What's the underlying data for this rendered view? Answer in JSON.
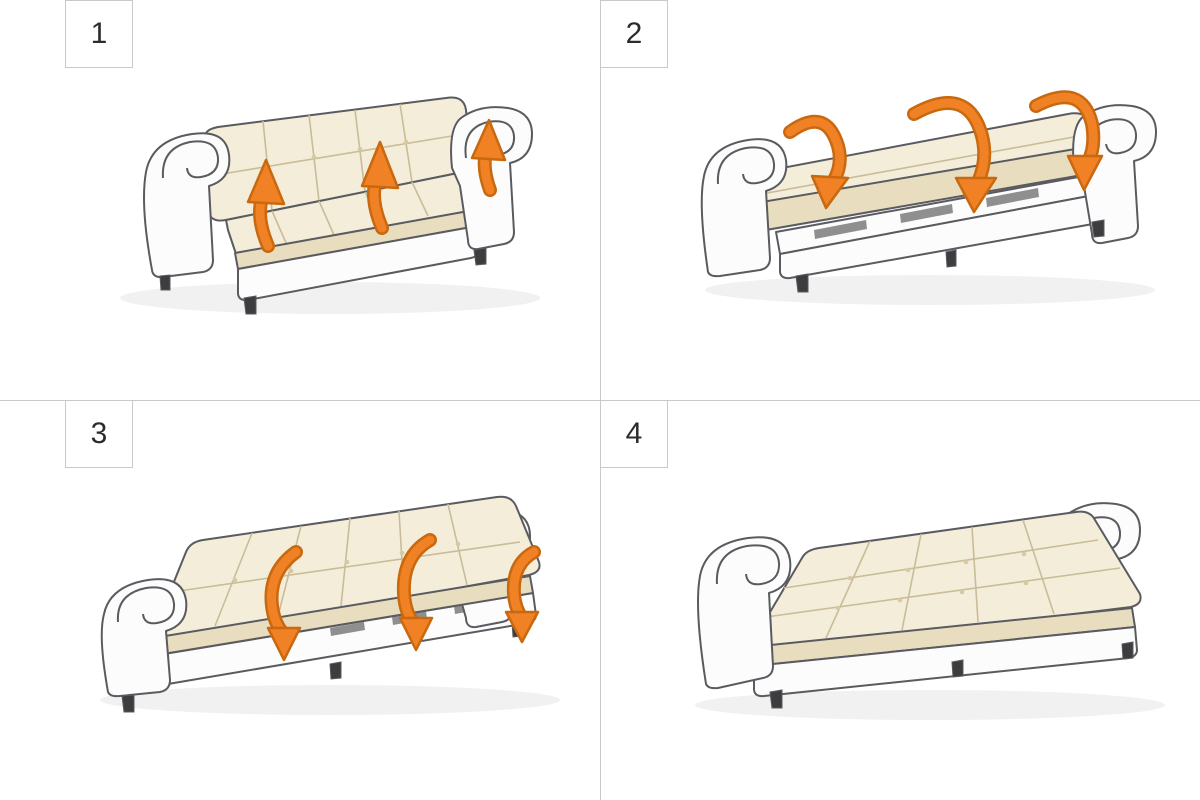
{
  "steps": [
    {
      "number": "1"
    },
    {
      "number": "2"
    },
    {
      "number": "3"
    },
    {
      "number": "4"
    }
  ],
  "icons": {
    "step1_arrows": "lift-up-arrow",
    "step2_arrows": "fold-backrest-down-arrow",
    "step3_arrows": "unfold-seat-down-arrow"
  },
  "colors": {
    "arrow": "#f08124",
    "arrow_outline": "#c9680f",
    "upholstery": "#f4edd9",
    "upholstery_shade": "#e8ddbf",
    "frame_white": "#fcfcfc",
    "line_color": "#5a5b60",
    "divider": "#c9c9c9",
    "background": "#ffffff"
  }
}
